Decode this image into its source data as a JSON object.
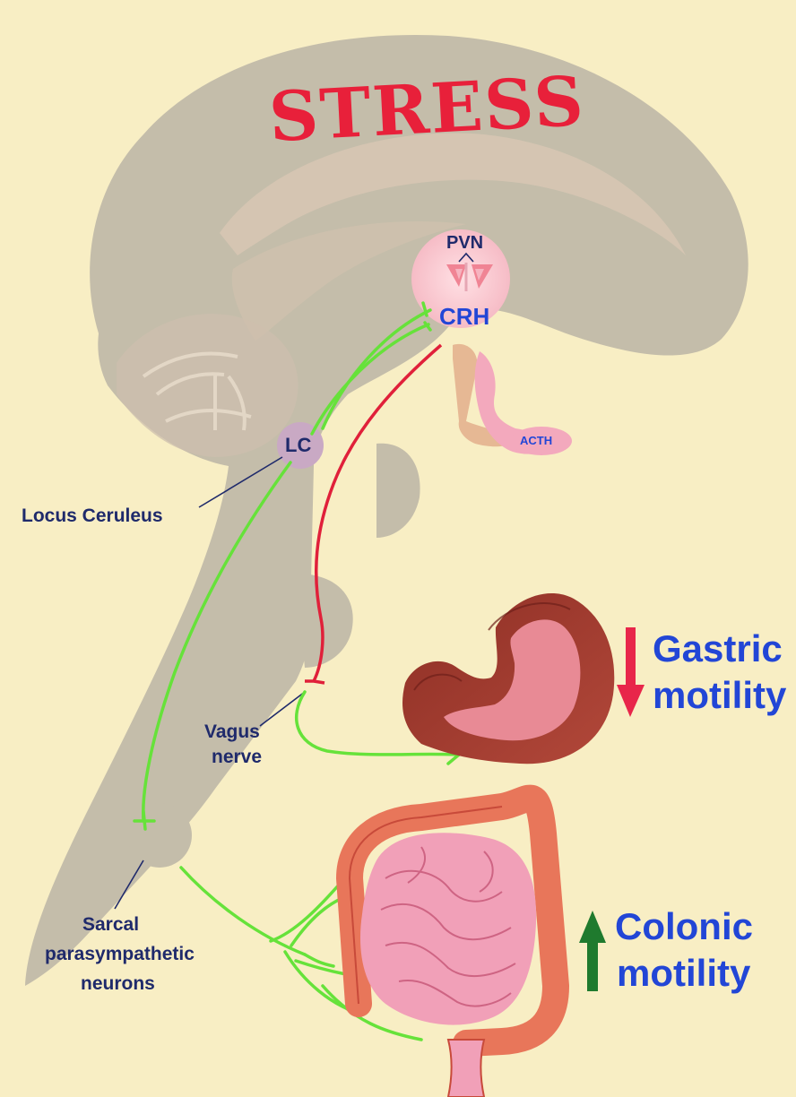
{
  "title": "STRESS",
  "labels": {
    "pvn": "PVN",
    "crh": "CRH",
    "acth": "ACTH",
    "lc": "LC",
    "locus_ceruleus": "Locus Ceruleus",
    "vagus_line1": "Vagus",
    "vagus_line2": "nerve",
    "sarcal_line1": "Sarcal",
    "sarcal_line2": "parasympathetic",
    "sarcal_line3": "neurons"
  },
  "effects": {
    "gastric": {
      "line1": "Gastric",
      "line2": "motility",
      "direction": "decrease",
      "arrow_color": "#e8264a"
    },
    "colonic": {
      "line1": "Colonic",
      "line2": "motility",
      "direction": "increase",
      "arrow_color": "#1f7a2e"
    }
  },
  "colors": {
    "background": "#f8eec4",
    "brain": "#c4bdaa",
    "stress_text": "#e8203a",
    "sympathetic_path": "#66e23a",
    "crh_path": "#e0203a",
    "effect_text": "#2246d6",
    "label_text": "#1f2a6b"
  }
}
